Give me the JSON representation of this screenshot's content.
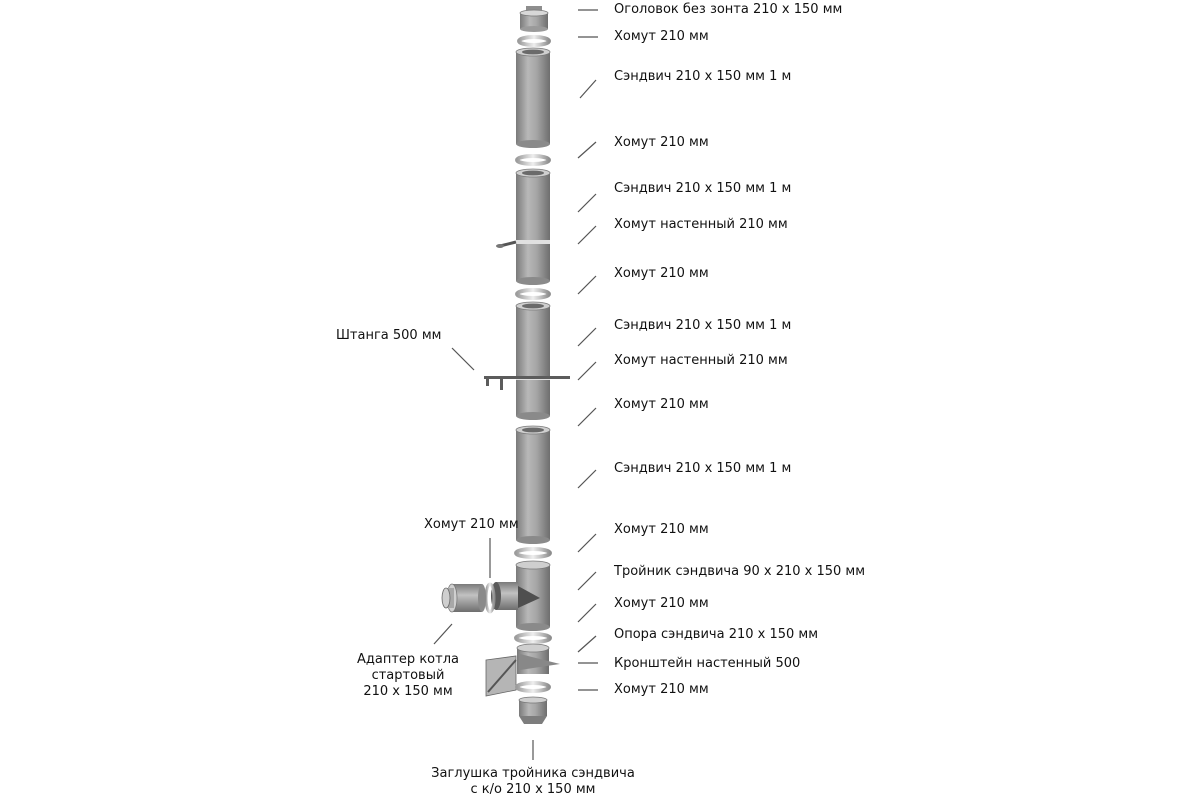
{
  "labels_right": [
    "Оголовок без зонта 210 x 150 мм",
    "Хомут 210 мм",
    "Сэндвич 210 x 150 мм 1 м",
    "Хомут 210 мм",
    "Сэндвич 210 x 150 мм 1 м",
    "Хомут настенный 210 мм",
    "Хомут 210 мм",
    "Сэндвич 210 x 150 мм 1 м",
    "Хомут настенный 210 мм",
    "Хомут 210 мм",
    "Сэндвич 210 x 150 мм 1 м",
    "Хомут 210 мм",
    "Тройник сэндвича 90 x 210 x 150 мм",
    "Хомут 210 мм",
    "Опора сэндвича 210 x 150 мм",
    "Кронштейн настенный 500",
    "Хомут 210 мм"
  ],
  "labels_left": {
    "rod": "Штанга 500 мм",
    "clamp": "Хомут 210 мм",
    "adapter_lines": [
      "Адаптер котла",
      "стартовый",
      "210 x 150 мм"
    ]
  },
  "label_bottom_lines": [
    "Заглушка тройника сэндвича",
    "с к/о 210 x 150 мм"
  ],
  "colors": {
    "pipe_light": "#c9c9c9",
    "pipe_mid": "#9a9a9a",
    "pipe_dark": "#6b6b6b",
    "ring": "#e8e8e8",
    "leader_line": "#555555",
    "text": "#111111"
  }
}
